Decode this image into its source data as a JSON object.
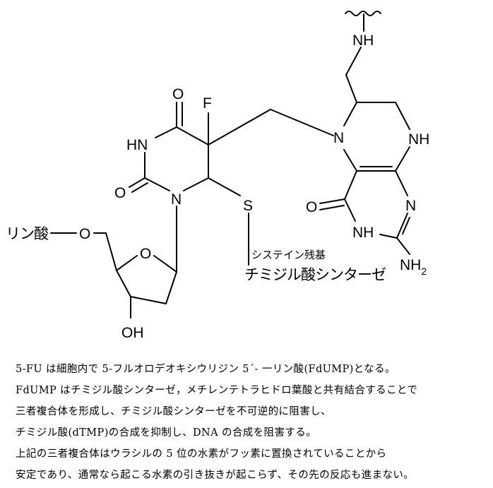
{
  "structure": {
    "atoms": {
      "nh_top": "NH",
      "f": "F",
      "o_uracil_top": "O",
      "hn_uracil": "HN",
      "o_uracil_left": "O",
      "n_uracil": "N",
      "s": "S",
      "n5": "N",
      "nh8": "NH",
      "n3": "N",
      "o_pterin": "O",
      "nh_pterin": "NH",
      "nh2_main": "NH",
      "nh2_sub": "2",
      "o_phosphate": "O",
      "o_ring": "O",
      "oh": "OH"
    },
    "labels": {
      "phosphate": "リン酸",
      "cysteine": "システイン残基",
      "enzyme": "チミジル酸シンターゼ"
    }
  },
  "caption": {
    "lines": [
      "5-FU は細胞内で 5-フルオロデオキシウリジン 5´- 一リン酸(FdUMP)となる。",
      "FdUMP はチミジル酸シンターゼ，メチレンテトラヒドロ葉酸と共有結合することで",
      "三者複合体を形成し、チミジル酸シンターゼを不可逆的に阻害し、",
      "チミジル酸(dTMP)の合成を抑制し、DNA の合成を阻害する。",
      "上記の三者複合体はウラシルの 5 位の水素がフッ素に置換されていることから",
      "安定であり、通常なら起こる水素の引き抜きが起こらず、その先の反応も進まない。"
    ]
  }
}
